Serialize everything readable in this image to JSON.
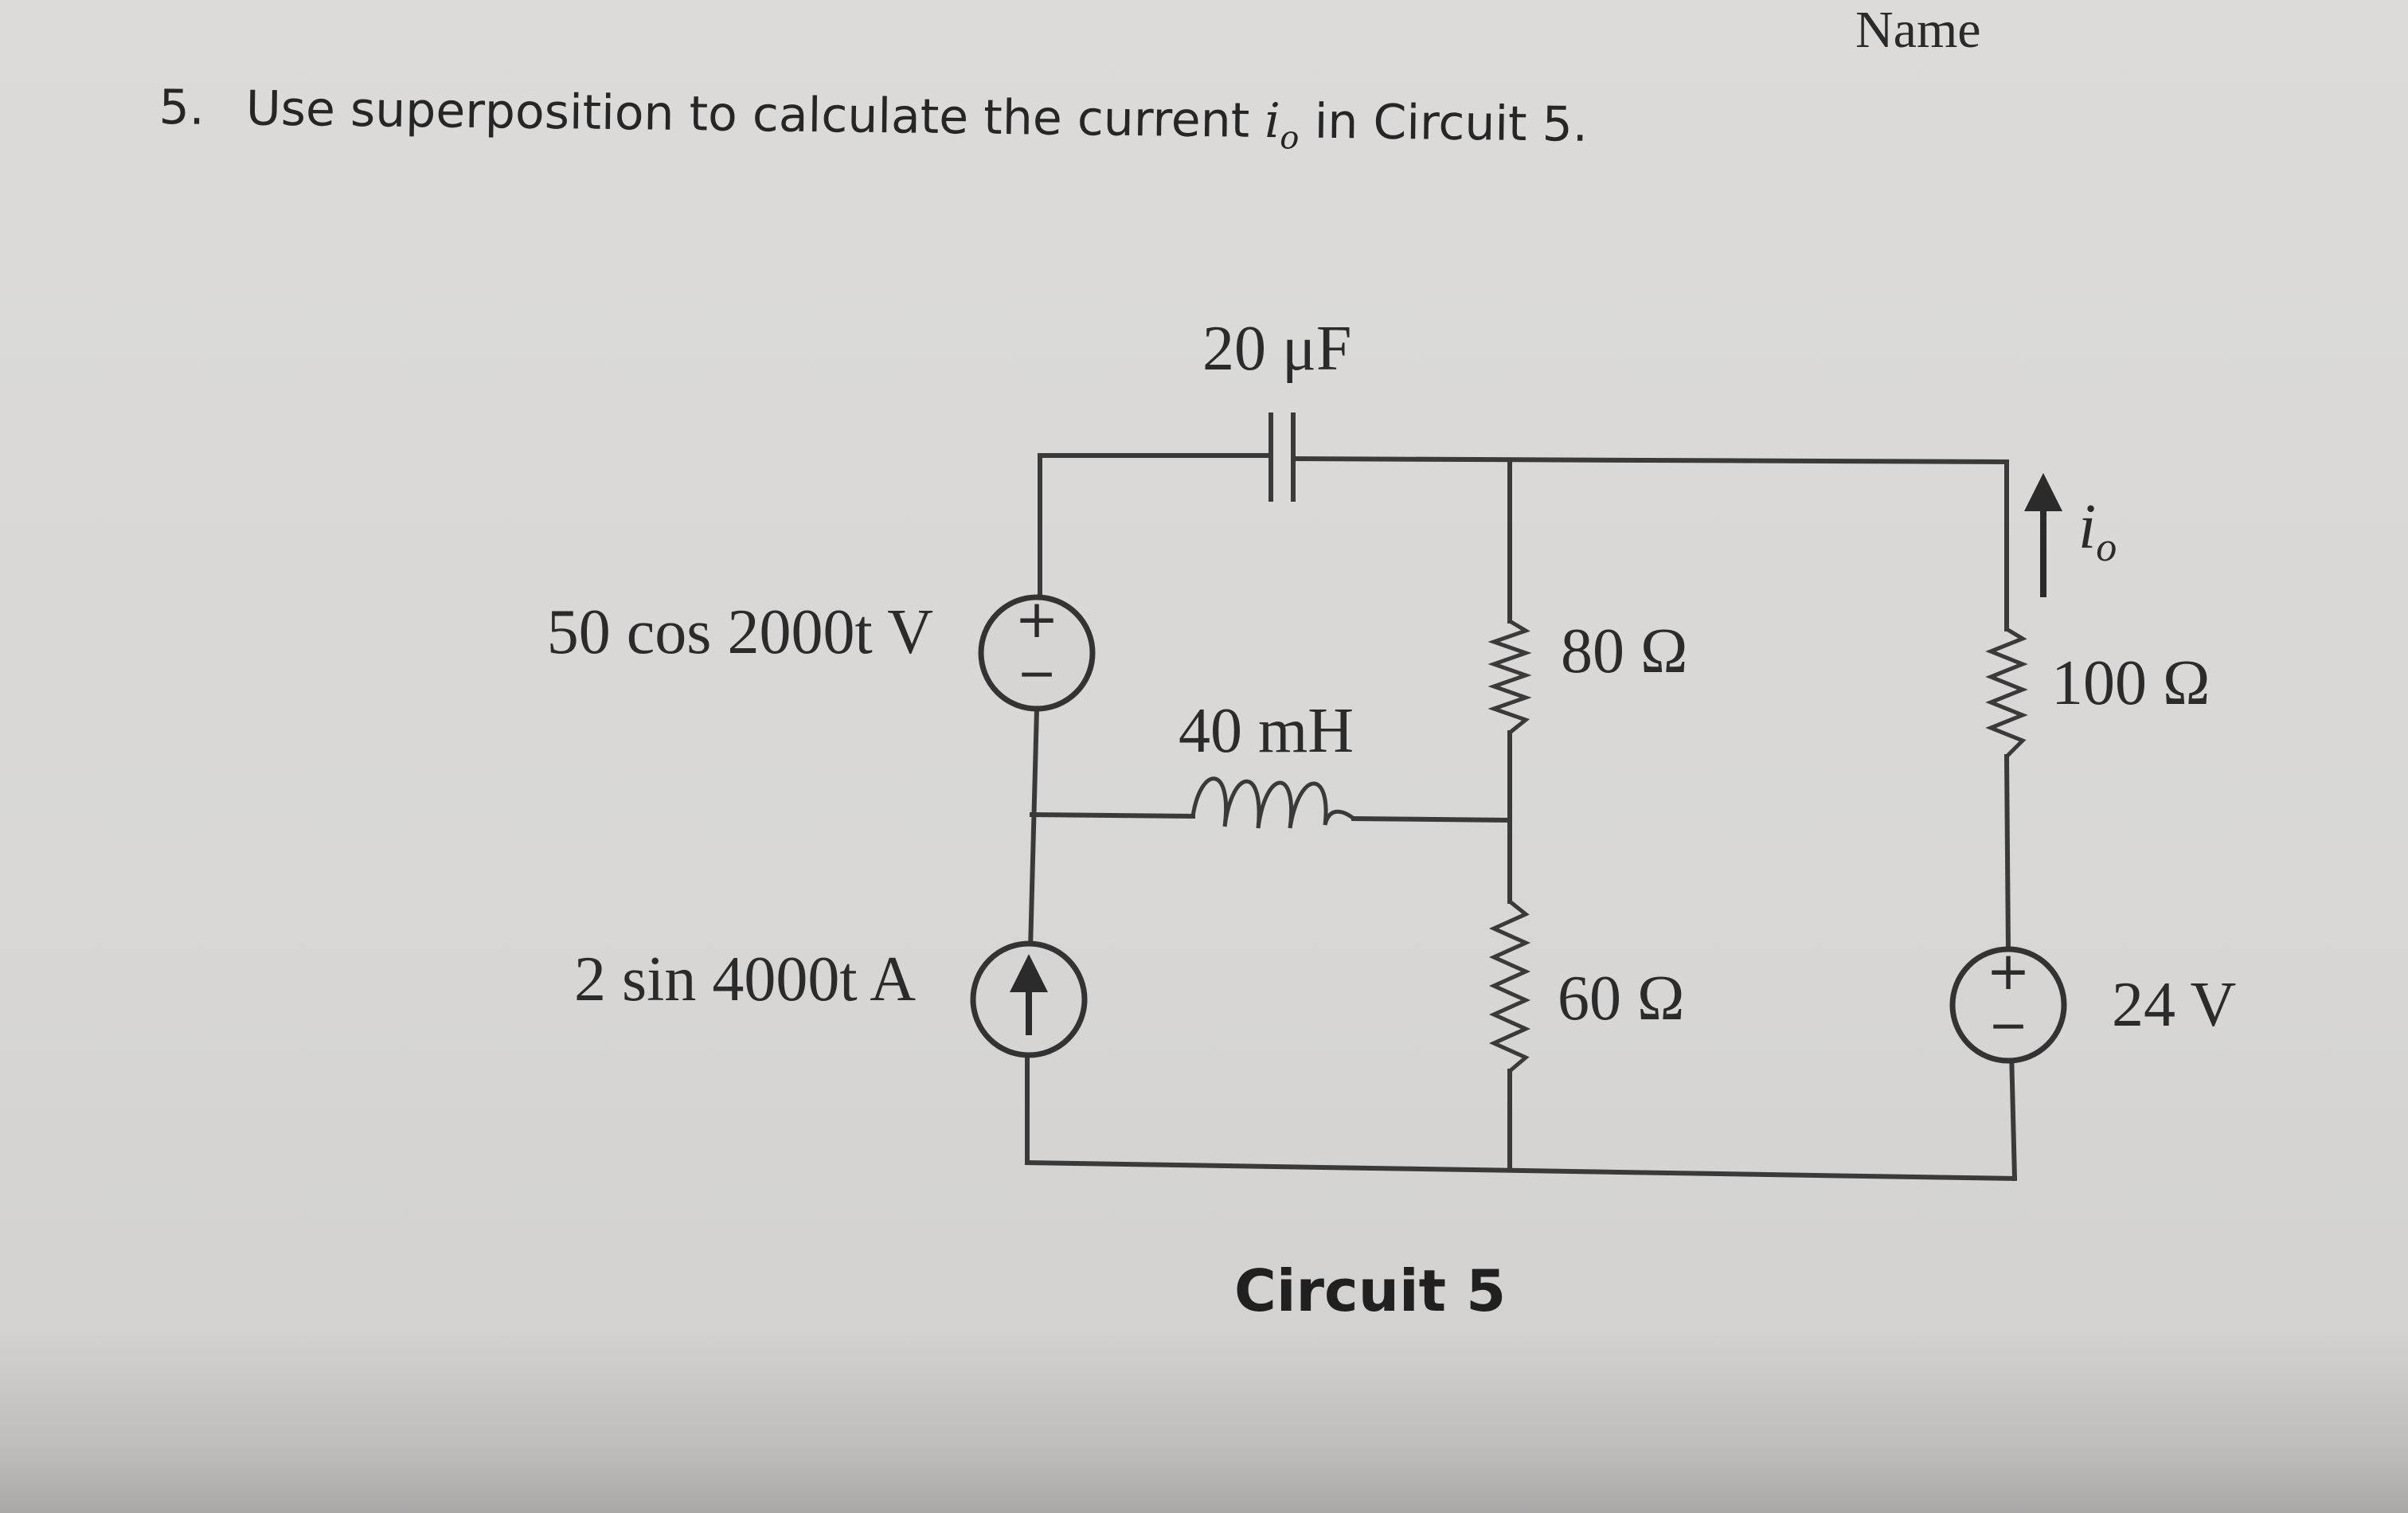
{
  "header": {
    "name_label": "Name"
  },
  "question": {
    "number": "5.",
    "text_before": "Use superposition to calculate the current",
    "variable": "i",
    "subscript": "o",
    "text_after": "in Circuit 5."
  },
  "circuit": {
    "capacitor": "20 μF",
    "voltage_source_1": "50 cos 2000t V",
    "current_source": "2 sin 4000t A",
    "inductor": "40 mH",
    "resistor_1": "80 Ω",
    "resistor_2": "60 Ω",
    "resistor_3": "100 Ω",
    "voltage_source_2": "24 V",
    "current_label": "i",
    "current_subscript": "o",
    "plus_sign": "+",
    "minus_sign": "−",
    "caption": "Circuit 5"
  },
  "colors": {
    "paper": "#d9d8d6",
    "ink": "#2b2b2b"
  }
}
